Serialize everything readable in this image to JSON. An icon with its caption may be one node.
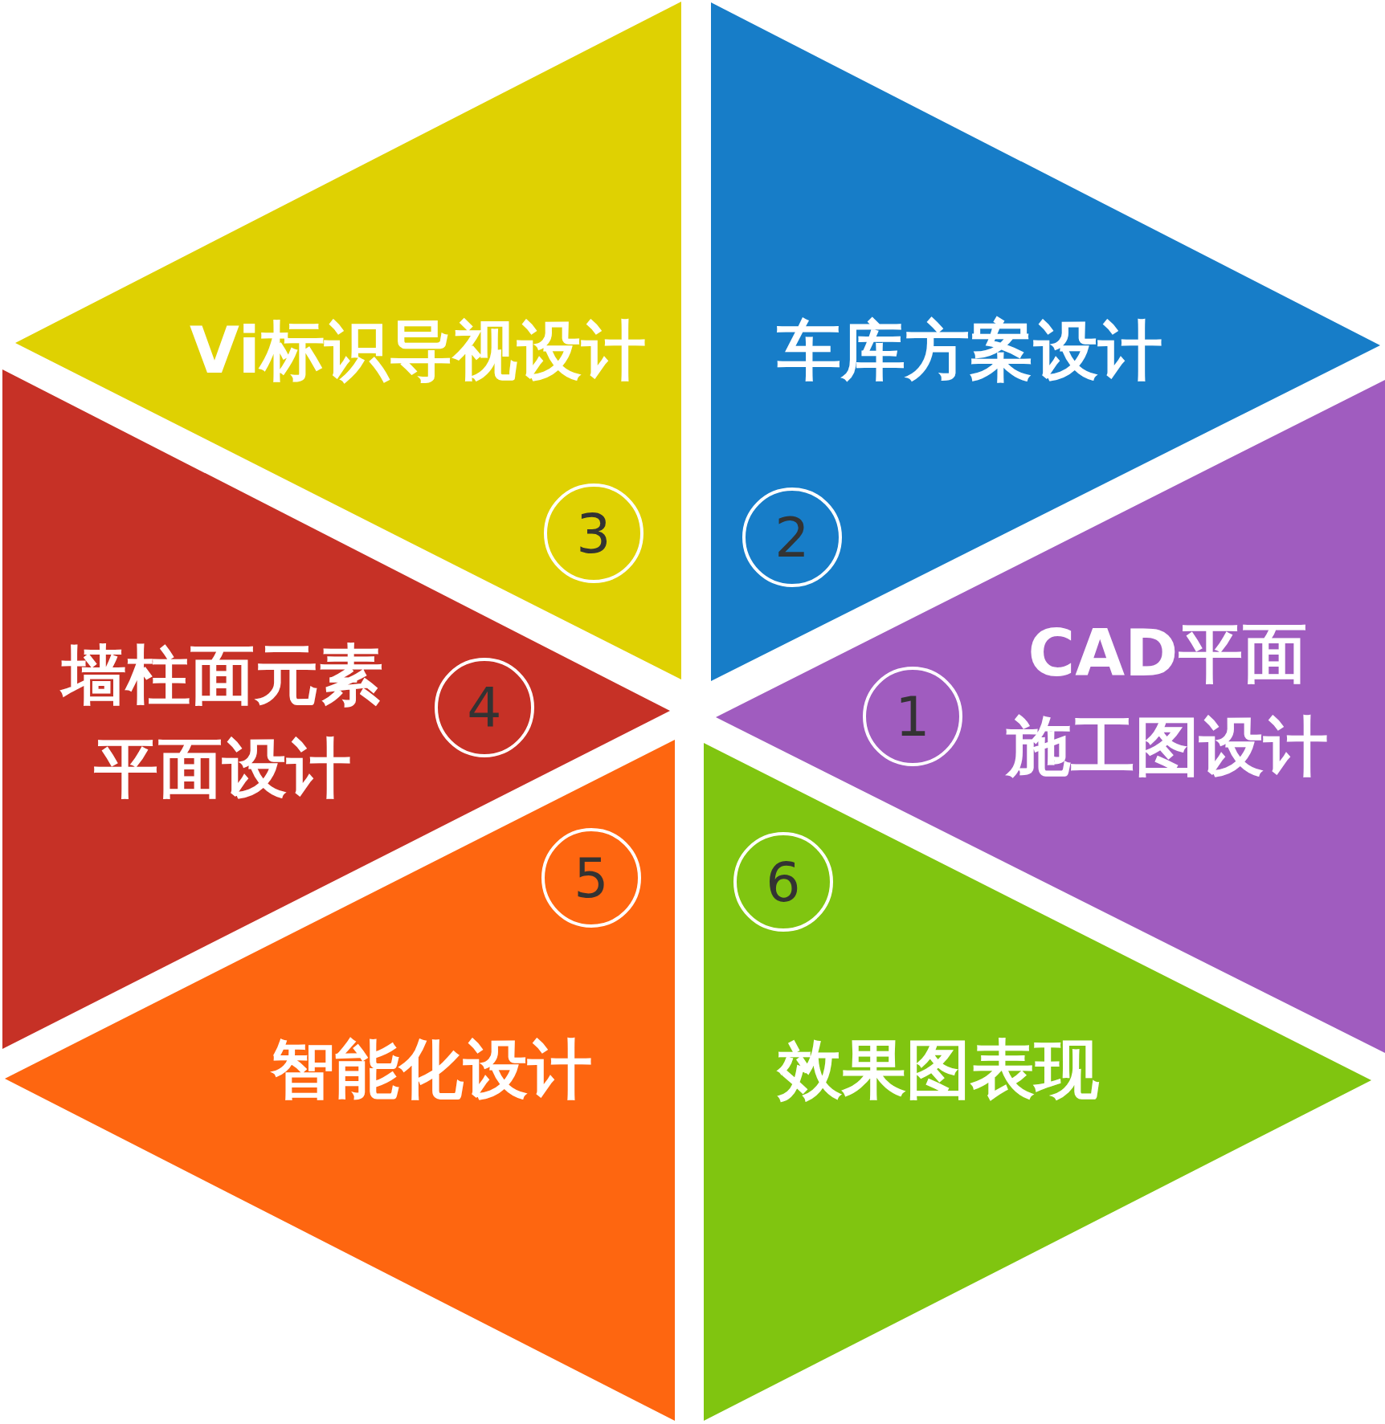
{
  "diagram": {
    "nodes": [
      {
        "text": [
          "Vi标识导视设计"
        ]
      },
      {
        "text": [
          "3"
        ],
        "in": 0
      },
      {
        "text": [
          "车库方案设计"
        ]
      },
      {
        "text": [
          "2"
        ],
        "in": 2
      },
      {
        "text": [
          "墙柱面元素平面设计"
        ]
      },
      {
        "text": [
          "4"
        ],
        "in": 4
      },
      {
        "text": [
          "CAD平面施工图设计"
        ]
      },
      {
        "text": [
          "1"
        ],
        "in": 6
      },
      {
        "text": [
          "智能化设计"
        ]
      },
      {
        "text": [
          "5"
        ],
        "in": 8
      },
      {
        "text": [
          "效果图表现"
        ]
      },
      {
        "text": [
          "6"
        ],
        "in": 10
      }
    ]
  }
}
